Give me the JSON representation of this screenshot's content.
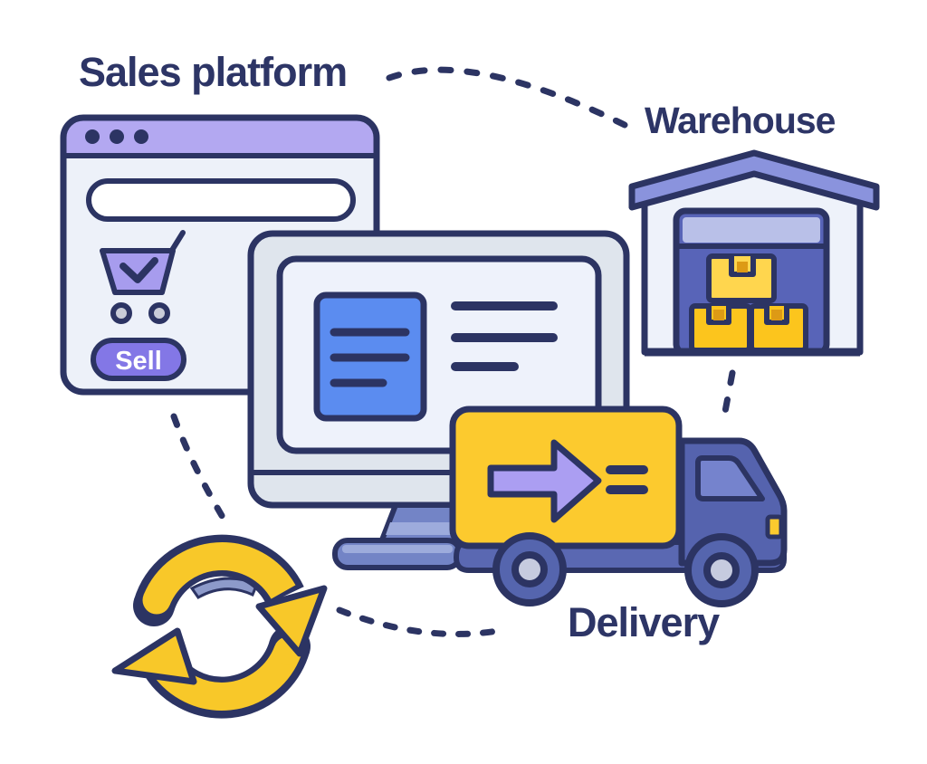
{
  "diagram": {
    "title_visible": false,
    "nodes": [
      {
        "id": "sales_platform",
        "label": "Sales platform",
        "icon": "browser-window-with-cart-icon"
      },
      {
        "id": "warehouse",
        "label": "Warehouse",
        "icon": "warehouse-building-with-boxes-icon"
      },
      {
        "id": "delivery",
        "label": "Delivery",
        "icon": "delivery-truck-icon"
      },
      {
        "id": "sync",
        "label": "",
        "icon": "sync-arrows-icon"
      }
    ],
    "connections": [
      {
        "from": "sales_platform",
        "to": "warehouse",
        "style": "dotted-curve"
      },
      {
        "from": "warehouse",
        "to": "delivery",
        "style": "dotted-line"
      },
      {
        "from": "delivery",
        "to": "sync",
        "style": "dotted-curve"
      },
      {
        "from": "sync",
        "to": "sales_platform",
        "style": "dotted-line"
      }
    ]
  },
  "sales_platform_window": {
    "sell_button_label": "Sell"
  },
  "icons": [
    "browser-window-icon",
    "shopping-cart-icon",
    "sell-button",
    "monitor-icon",
    "document-panel-icon",
    "warehouse-icon",
    "package-box-icon",
    "delivery-truck-icon",
    "arrow-right-icon",
    "sync-arrows-icon"
  ],
  "palette": {
    "outline_navy": "#2c3463",
    "label_text": "#2d3566",
    "header_purple": "#b3a8f1",
    "cart_lavender": "#a79cee",
    "sell_purple": "#8377e6",
    "window_bg": "#edf1f9",
    "monitor_frame": "#dfe5ed",
    "screen_bg": "#eef2fb",
    "panel_blue": "#5b8cf0",
    "roof_periwinkle": "#8a93dd",
    "door_blue": "#5864b8",
    "lintel_light": "#b9c0e8",
    "wall_light": "#eef2fa",
    "truck_yellow": "#fcca2e",
    "box_yellow_light": "#ffd64e",
    "box_yellow_deep": "#fcc51d",
    "tape_orange": "#dd9a15",
    "cab_blue": "#5563ae",
    "cab_window": "#7583cd",
    "chassis_blue": "#5a68b2",
    "wheel_hub": "#c6cbdf",
    "stand_blue": "#7384c6",
    "stand_light": "#9dabdc",
    "truck_arrow_lavender": "#ab9ef2",
    "sync_yellow": "#f8c829"
  }
}
